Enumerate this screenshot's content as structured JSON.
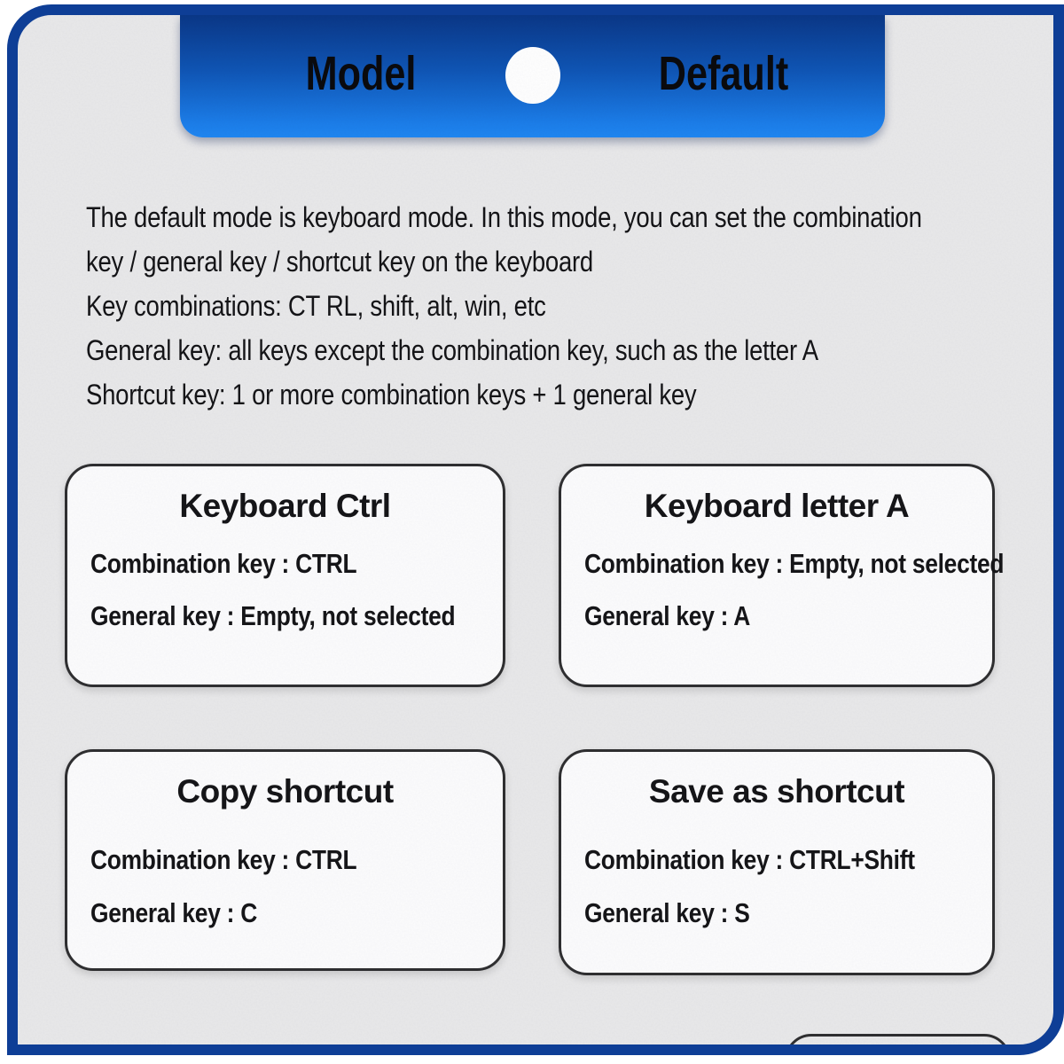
{
  "page": {
    "type_label": "product instruction sheet",
    "frame_color": "#0e3e96",
    "paper_color": "#e9e9ea",
    "card_border_color": "#2e2e30",
    "text_color": "#141417"
  },
  "header": {
    "left_label": "Model",
    "right_label": "Default",
    "divider_icon": "white-dot",
    "gradient_top": "#0a3787",
    "gradient_bottom": "#1f87f2"
  },
  "description": {
    "lines": [
      "The default mode is keyboard mode. In this mode, you can set the combination",
      "key / general key / shortcut key on the keyboard",
      "Key combinations: CT RL, shift, alt, win, etc",
      "General key: all keys except the combination key, such as the letter A",
      "Shortcut key: 1 or more combination keys + 1 general key"
    ]
  },
  "cards": [
    {
      "title": "Keyboard Ctrl",
      "rows": [
        "Combination key : CTRL",
        "General key : Empty, not selected"
      ]
    },
    {
      "title": "Keyboard letter A",
      "rows": [
        "Combination key : Empty, not selected",
        "General key : A"
      ]
    },
    {
      "title": "Copy shortcut",
      "rows": [
        "Combination key : CTRL",
        "General key : C"
      ]
    },
    {
      "title": "Save as shortcut",
      "rows": [
        "Combination key : CTRL+Shift",
        "General key : S"
      ]
    }
  ]
}
